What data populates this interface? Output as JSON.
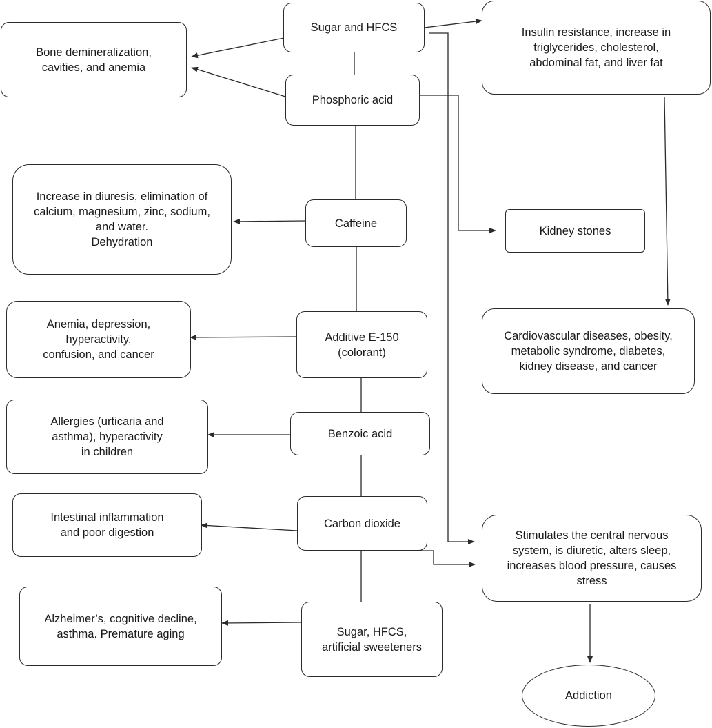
{
  "nodes": {
    "sugar_hfcs": "Sugar and HFCS",
    "phosphoric_acid": "Phosphoric acid",
    "caffeine": "Caffeine",
    "additive_e150": "Additive E-150\n(colorant)",
    "benzoic_acid": "Benzoic acid",
    "carbon_dioxide": "Carbon dioxide",
    "sugar_sweeteners": "Sugar, HFCS,\nartificial sweeteners",
    "bone": "Bone demineralization,\ncavities, and anemia",
    "diuresis": "Increase in diuresis, elimination of\ncalcium, magnesium, zinc, sodium,\nand water.\nDehydration",
    "anemia": "Anemia, depression,\nhyperactivity,\nconfusion, and cancer",
    "allergies": "Allergies (urticaria and\nasthma), hyperactivity\nin children",
    "intestinal": "Intestinal inflammation\nand poor digestion",
    "alzheimers": "Alzheimer’s, cognitive decline,\nasthma. Premature aging",
    "insulin": "Insulin resistance, increase in\ntriglycerides, cholesterol,\nabdominal fat, and liver fat",
    "kidney_stones": "Kidney stones",
    "cardio": "Cardiovascular diseases, obesity,\nmetabolic syndrome, diabetes,\nkidney disease, and cancer",
    "stimulates": "Stimulates the central nervous\nsystem, is diuretic, alters sleep,\nincreases blood pressure, causes\nstress",
    "addiction": "Addiction"
  }
}
